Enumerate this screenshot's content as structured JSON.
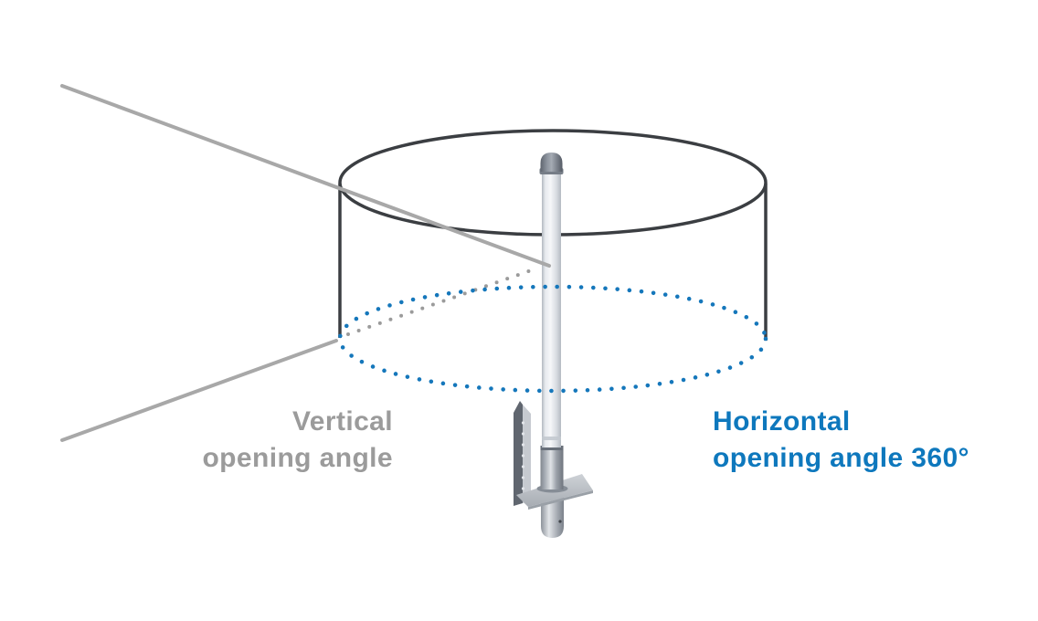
{
  "page": {
    "background": "#ffffff",
    "title": "Omnidirectional antenna opening angle diagram"
  },
  "diagram": {
    "type": "antenna-coverage-illustration",
    "labels": {
      "vertical_opening_angle": {
        "line1": "Vertical",
        "line2": "opening angle"
      },
      "horizontal_opening_angle": {
        "line1": "Horizontal",
        "line2": "opening angle 360°",
        "angle_value": "360°"
      }
    },
    "colors": {
      "vertical_label": "#9b9b9b",
      "horizontal_label": "#0e78bd",
      "cylinder_stroke": "#3b3e42",
      "angle_line": "#a8a8a8",
      "angle_dotted": "#9b9b9b",
      "plane_dotted": "#1577bb",
      "background": "#ffffff"
    }
  }
}
